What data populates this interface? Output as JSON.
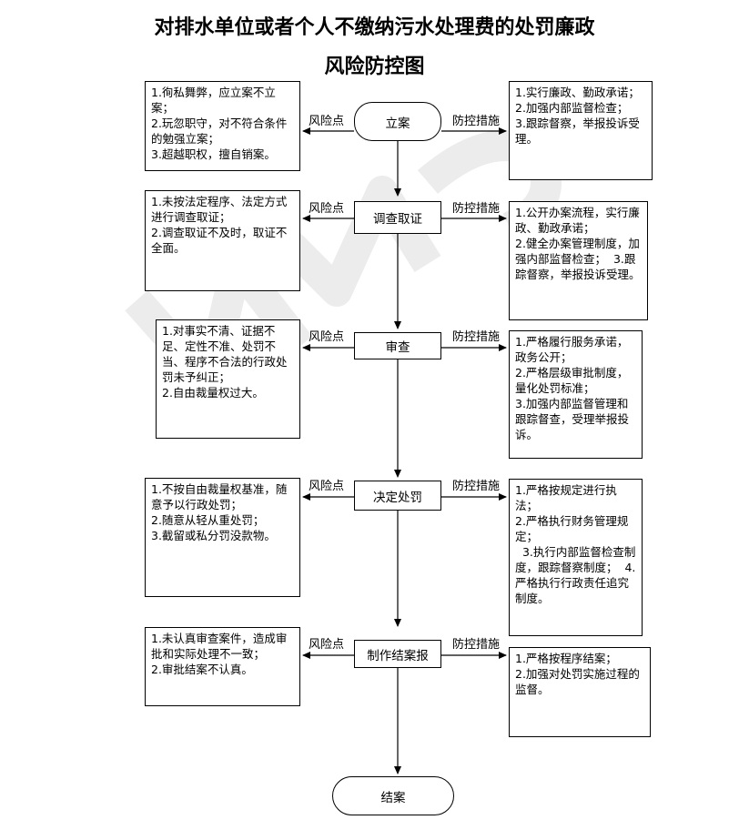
{
  "title_line1": "对排水单位或者个人不缴纳污水处理费的处罚廉政",
  "title_line2": "风险防控图",
  "label_risk": "风险点",
  "label_control": "防控措施",
  "steps": [
    {
      "label": "立案",
      "risk": "1.徇私舞弊，应立案不立案；\n2.玩忽职守，对不符合条件的勉强立案；\n3.超越职权，擅自销案。",
      "control": "1.实行廉政、勤政承诺；\n2.加强内部监督检查；\n3.跟踪督察，举报投诉受理。"
    },
    {
      "label": "调查取证",
      "risk": "1.未按法定程序、法定方式进行调查取证；\n2.调查取证不及时，取证不全面。",
      "control": "1.公开办案流程，实行廉政、勤政承诺；\n2.健全办案管理制度，加强内部监督检查；  3.跟踪督察，举报投诉受理。"
    },
    {
      "label": "审查",
      "risk": "1.对事实不清、证据不足、定性不准、处罚不当、程序不合法的行政处罚未予纠正；\n2.自由裁量权过大。",
      "control": "1.严格履行服务承诺，政务公开；\n2.严格层级审批制度，量化处罚标准；\n3.加强内部监督管理和跟踪督查，受理举报投诉。"
    },
    {
      "label": "决定处罚",
      "risk": "1.不按自由裁量权基准，随意予以行政处罚；\n2.随意从轻从重处罚；\n3.截留或私分罚没款物。",
      "control": "1.严格按规定进行执法；\n2.严格执行财务管理规定；\n  3.执行内部监督检查制度，跟踪督察制度；  4.严格执行行政责任追究制度。"
    },
    {
      "label": "制作结案报",
      "risk": "1.未认真审查案件，造成审批和实际处理不一致；\n2.审批结案不认真。",
      "control": "1.严格按程序结案；\n2.加强对处罚实施过程的监督。"
    }
  ],
  "end_label": "结案"
}
